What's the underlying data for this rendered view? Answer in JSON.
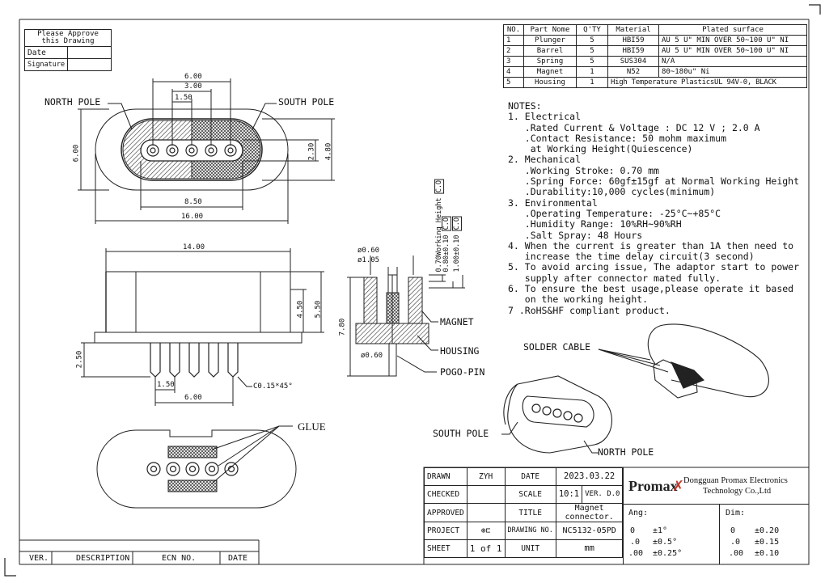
{
  "approval": {
    "heading": "Please Approve this Drawing",
    "date_label": "Date",
    "signature_label": "Signature"
  },
  "bom": {
    "headers": [
      "NO.",
      "Part Nome",
      "Q'TY",
      "Material",
      "Plated surface"
    ],
    "rows": [
      [
        "1",
        "Plunger",
        "5",
        "HBI59",
        "AU 5 U\" MIN OVER 50~100 U\" NI"
      ],
      [
        "2",
        "Barrel",
        "5",
        "HBI59",
        "AU 5 U\" MIN OVER 50~100 U\" NI"
      ],
      [
        "3",
        "Spring",
        "5",
        "SUS304",
        "N/A"
      ],
      [
        "4",
        "Magnet",
        "1",
        "N52",
        "80~180u\" Ni"
      ],
      [
        "5",
        "Housing",
        "1",
        "High Temperature Plastics",
        "UL 94V-0, BLACK"
      ]
    ]
  },
  "notes": {
    "heading": "NOTES:",
    "lines": [
      "1. Electrical",
      "   .Rated Current & Voltage : DC 12 V ; 2.0 A",
      "   .Contact Resistance: 50 mohm maximum",
      "    at Working Height(Quiescence)",
      "2. Mechanical",
      "   .Working Stroke: 0.70 mm",
      "   .Spring Force: 60gf±15gf at Normal Working Height",
      "   .Durability:10,000 cycles(minimum)",
      "3. Environmental",
      "   .Operating Temperature: -25°C~+85°C",
      "   .Humidity Range: 10%RH~90%RH",
      "   .Salt Spray: 48 Hours",
      "4. When the current is greater than 1A then need to",
      "   increase the time delay circuit(3 second)",
      "5. To avoid arcing issue, The adaptor start to power",
      "   supply after connector mated fully.",
      "6. To ensure the best usage,please operate it based",
      "   on the working height.",
      "7 .RoHS&HF compliant product."
    ]
  },
  "drawing_labels": {
    "north_pole": "NORTH POLE",
    "south_pole": "SOUTH POLE",
    "magnet": "MAGNET",
    "housing": "HOUSING",
    "pogo_pin": "POGO-PIN",
    "glue": "GLUE",
    "solder_cable": "SOLDER CABLE",
    "south_pole_iso": "SOUTH POLE",
    "north_pole_iso": "NORTH POLE"
  },
  "dims": {
    "d600_top": "6.00",
    "d300": "3.00",
    "d150_top": "1.50",
    "d600_side": "6.00",
    "d230": "2.30",
    "d480": "4.80",
    "d850": "8.50",
    "d1600": "16.00",
    "d1400": "14.00",
    "d450": "4.50",
    "d550": "5.50",
    "d250": "2.50",
    "d150_bot": "1.50",
    "d600_bot": "6.00",
    "chamfer": "C0.15*45°",
    "phi060": "ø0.60",
    "phi105": "ø1.05",
    "phi060b": "ø0.60",
    "d780": "7.80",
    "working": "0.70Working Height",
    "d080": "0.80±0.10",
    "d100": "1.00±0.10",
    "cref": "C.O"
  },
  "title_block": {
    "drawn_label": "DRAWN",
    "drawn_value": "ZYH",
    "date_label": "DATE",
    "date_value": "2023.03.22",
    "checked_label": "CHECKED",
    "scale_label": "SCALE",
    "scale_value": "10:1",
    "ver_label": "VER.",
    "ver_value": "D.0",
    "approved_label": "APPROVED",
    "title_label": "TITLE",
    "title_value": "Magnet connector.",
    "project_label": "PROJECT",
    "drawing_no_label": "DRAWING NO.",
    "drawing_no_value": "NC5132-05PD",
    "sheet_label": "SHEET",
    "sheet_value": "1 of 1",
    "unit_label": "UNIT",
    "unit_value": "mm",
    "company_logo": "Promax",
    "company_line1": "Dongguan Promax Electronics",
    "company_line2": "Technology Co.,Ltd",
    "ang_label": "Ang:",
    "ang": [
      [
        "0",
        "±1°"
      ],
      [
        ".0",
        "±0.5°"
      ],
      [
        ".00",
        "±0.25°"
      ]
    ],
    "dim_label": "Dim:",
    "dim": [
      [
        "0",
        "±0.20"
      ],
      [
        ".0",
        "±0.15"
      ],
      [
        ".00",
        "±0.10"
      ]
    ]
  },
  "revision": {
    "headers": [
      "VER.",
      "DESCRIPTION",
      "ECN NO.",
      "DATE"
    ]
  }
}
